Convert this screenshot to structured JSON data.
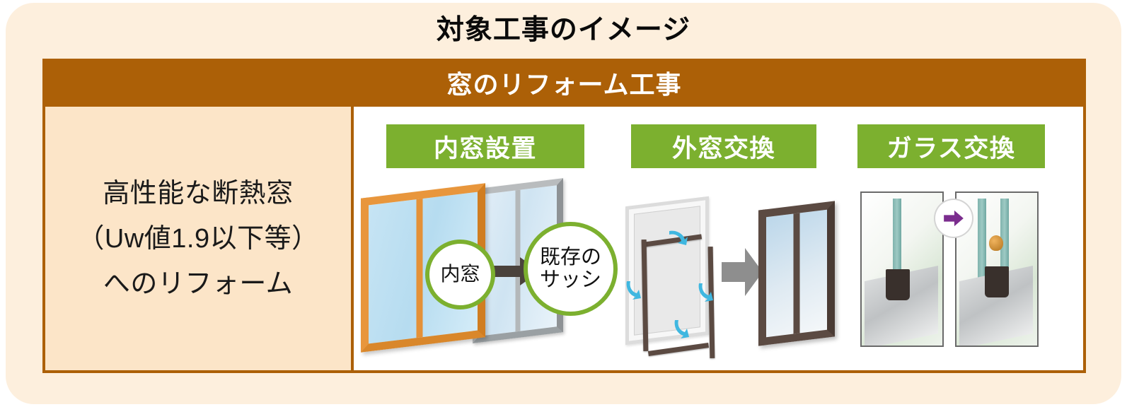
{
  "page_title": "対象工事のイメージ",
  "banner": {
    "label": "窓のリフォーム工事"
  },
  "left_panel": {
    "lines": [
      "高性能な断熱窓",
      "（Uw値1.9以下等）",
      "へのリフォーム"
    ]
  },
  "columns": [
    {
      "badge": "内窓設置",
      "callouts": {
        "inner": "内窓",
        "existing_line1": "既存の",
        "existing_line2": "サッシ"
      }
    },
    {
      "badge": "外窓交換"
    },
    {
      "badge": "ガラス交換"
    }
  ],
  "colors": {
    "card_background": "#fdefdd",
    "panel_background": "#fce5c8",
    "brown": "#ac6007",
    "green": "#7cb02f",
    "orange_frame": "#e8963c",
    "dark_brown_frame": "#5b4a42",
    "cyan_arrow": "#3fb7e0",
    "purple_arrow": "#7b2d8e",
    "title_text": "#0a0a0a",
    "banner_text": "#ffffff"
  }
}
